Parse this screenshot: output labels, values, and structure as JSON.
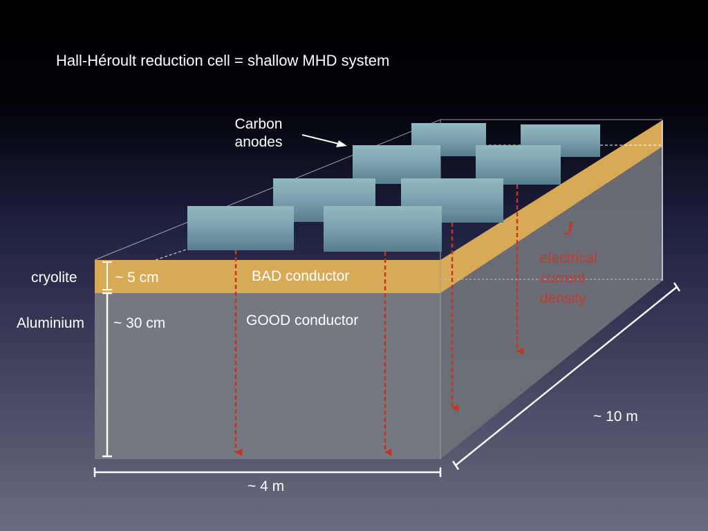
{
  "title": "Hall-Héroult reduction cell = shallow MHD system",
  "anodes_label": [
    "Carbon",
    "anodes"
  ],
  "layers": {
    "cryolite": {
      "name": "cryolite",
      "thickness": "~ 5 cm",
      "description": "BAD conductor",
      "color": "#d8aa55"
    },
    "aluminium": {
      "name": "Aluminium",
      "thickness": "~ 30 cm",
      "description": "GOOD conductor",
      "color": "#757880"
    }
  },
  "current": {
    "symbol": "J",
    "label": [
      "electrical",
      "current",
      "density"
    ],
    "color": "#c03a2f"
  },
  "dimensions": {
    "width": "~ 4 m",
    "length": "~ 10 m"
  },
  "anode_color": "#7fa8b4"
}
